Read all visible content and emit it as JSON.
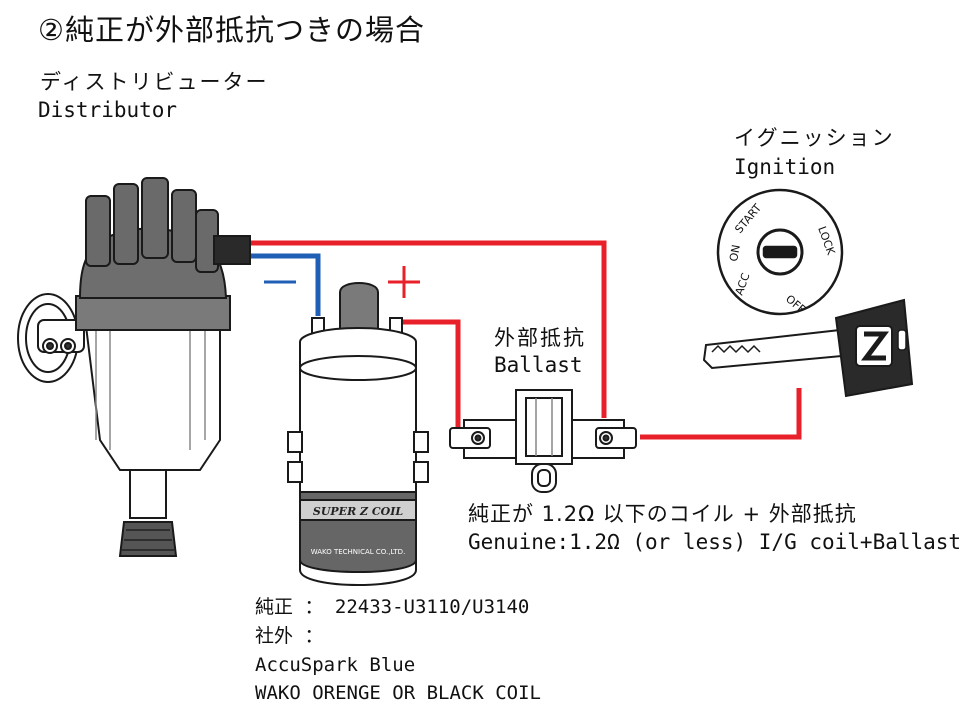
{
  "title": "②純正が外部抵抗つきの場合",
  "distributor": {
    "label_jp": "ディストリビューター",
    "label_en": "Distributor"
  },
  "ignition": {
    "label_jp": "イグニッション",
    "label_en": "Ignition",
    "switch_positions": [
      "ACC",
      "ON",
      "START",
      "LOCK",
      "OFF"
    ]
  },
  "ballast": {
    "label_jp": "外部抵抗",
    "label_en": "Ballast"
  },
  "coil": {
    "brand": "SUPER Z COIL",
    "maker": "WAKO TECHNICAL CO.,LTD.",
    "minus_symbol": "−",
    "plus_symbol": "+"
  },
  "note": {
    "jp": "純正が 1.2Ω 以下のコイル + 外部抵抗",
    "en": "Genuine:1.2Ω (or less) I/G coil+Ballast"
  },
  "parts": {
    "genuine": "純正 ： 22433-U3110/U3140",
    "aftermarket_label": "社外 ：",
    "aftermarket_1": "AccuSpark Blue",
    "aftermarket_2": "WAKO ORENGE OR BLACK COIL"
  },
  "colors": {
    "positive_wire": "#e8202a",
    "negative_wire": "#1f5fb5",
    "body_gray": "#6e6e6e",
    "outline": "#1a1a1a"
  }
}
